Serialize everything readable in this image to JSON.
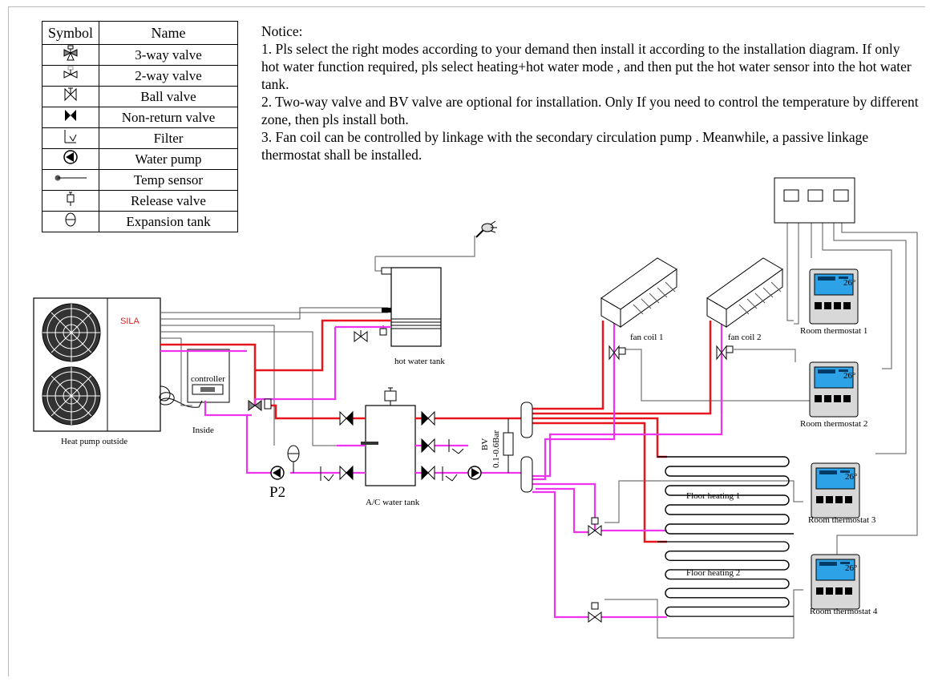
{
  "legend": {
    "header_symbol": "Symbol",
    "header_name": "Name",
    "items": [
      {
        "icon": "three-way-valve-icon",
        "name": "3-way valve"
      },
      {
        "icon": "two-way-valve-icon",
        "name": "2-way valve"
      },
      {
        "icon": "ball-valve-icon",
        "name": "Ball valve"
      },
      {
        "icon": "non-return-valve-icon",
        "name": "Non-return valve"
      },
      {
        "icon": "filter-icon",
        "name": "Filter"
      },
      {
        "icon": "water-pump-icon",
        "name": "Water pump"
      },
      {
        "icon": "temp-sensor-icon",
        "name": "Temp sensor"
      },
      {
        "icon": "release-valve-icon",
        "name": "Release valve"
      },
      {
        "icon": "expansion-tank-icon",
        "name": "Expansion tank"
      }
    ]
  },
  "notice": {
    "title": "Notice:",
    "line1": "1. Pls select the right modes according to your demand then install it according to the installation diagram. If  only hot water function required, pls select heating+hot water mode , and then put the hot water sensor into the hot water tank.",
    "line2": "2. Two-way valve and BV valve are optional for installation. Only If you need to control the temperature by different zone, then pls install both.",
    "line3": "3. Fan coil can be controlled by linkage  with the secondary circulation pump . Meanwhile,  a passive linkage thermostat shall be installed."
  },
  "diagram": {
    "brand": "SILA",
    "controller": "controller",
    "heat_pump": "Heat pump outside",
    "inside": "Inside",
    "pump_label": "P2",
    "hot_water_tank": "hot water tank",
    "ac_tank": "A/C water tank",
    "bv": "BV",
    "bv_pressure": "0.1-0.6Bar",
    "fan_coil_1": "fan coil 1",
    "fan_coil_2": "fan coil 2",
    "floor_heating_1": "Floor heating 1",
    "floor_heating_2": "Floor heating 2",
    "thermostats": [
      "Room thermostat 1",
      "Room thermostat 2",
      "Room thermostat 3",
      "Room thermostat 4"
    ],
    "display_temp": "26°"
  },
  "colors": {
    "supply": "#e8141e",
    "return": "#ee34ee",
    "wire": "#555555"
  }
}
